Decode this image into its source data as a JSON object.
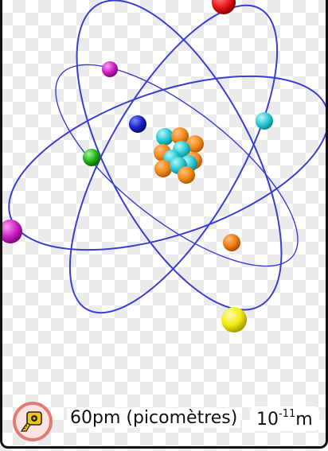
{
  "scale": {
    "length_label": "60pm (picomètres)",
    "power_base": "10",
    "power_exponent": "-11",
    "power_unit": "m"
  },
  "colors": {
    "orbit": "#3a3fcf",
    "nucleus_orange": "#f08a1c",
    "nucleus_cyan": "#29c9d4",
    "tape_ring": "#e27b74"
  },
  "icons": {
    "measure": "tape-measure-icon"
  }
}
